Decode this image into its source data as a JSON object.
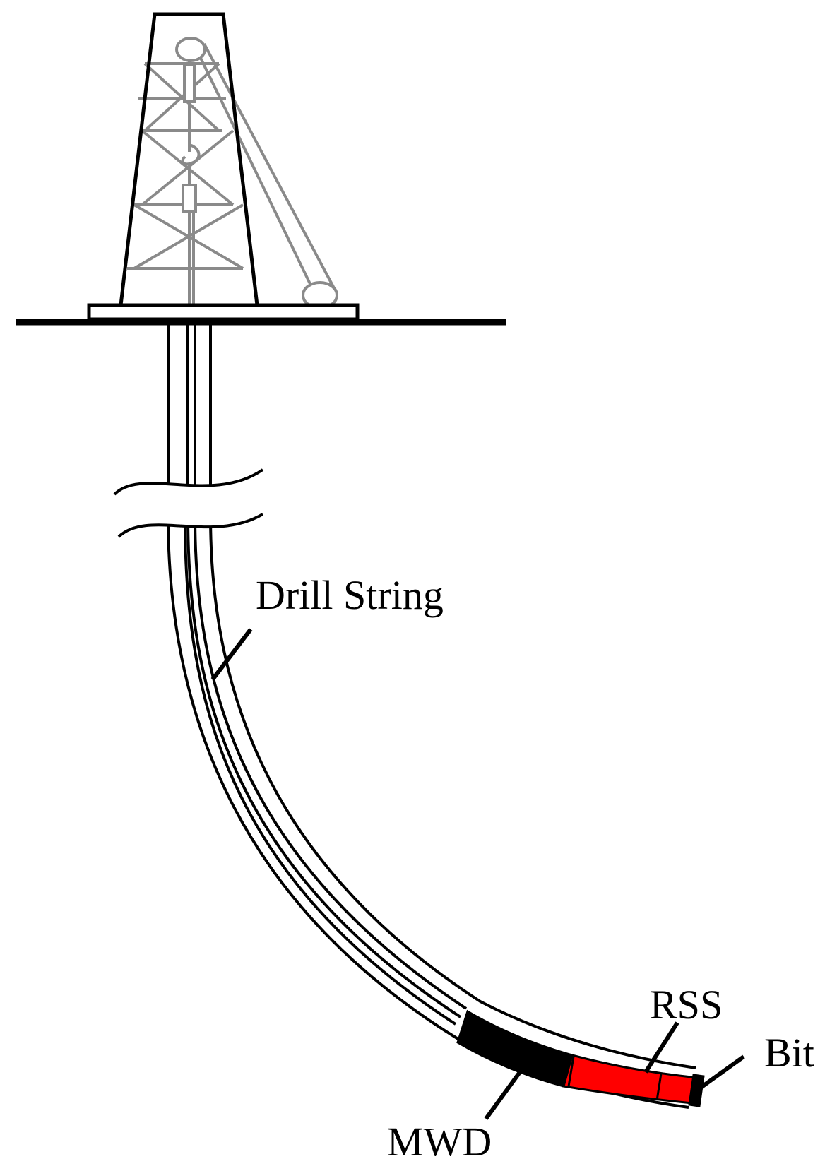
{
  "labels": {
    "drill_string": "Drill String",
    "rss": "RSS",
    "bit": "Bit",
    "mwd": "MWD"
  },
  "colors": {
    "outline": "#000000",
    "rig": "#8a8a8a",
    "mwd": "#000000",
    "rss": "#ff0000",
    "background": "#ffffff"
  }
}
